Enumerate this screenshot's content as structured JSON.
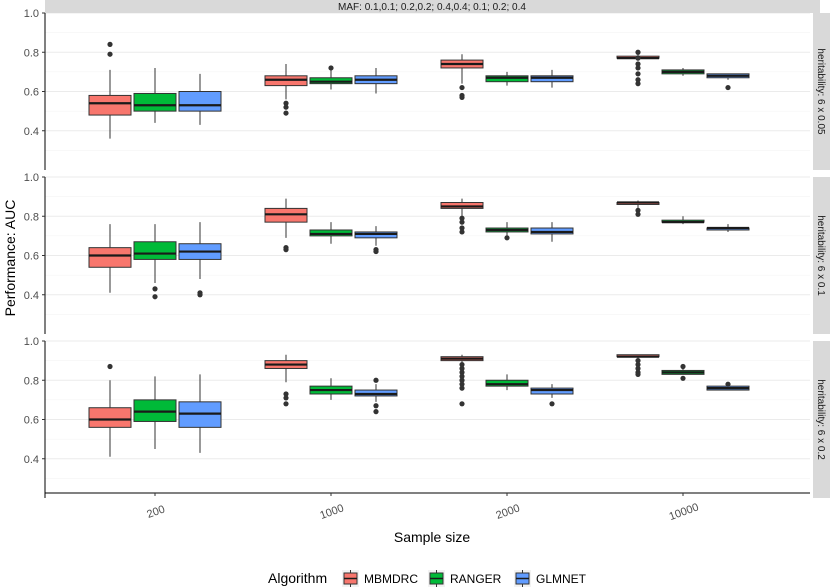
{
  "chart_data": {
    "type": "box",
    "facet_title_top": "MAF: 0.1,0.1; 0.2,0.2; 0.4,0.4; 0.1; 0.2; 0.4",
    "ylabel": "Performance: AUC",
    "xlabel": "Sample size",
    "categories": [
      "200",
      "1000",
      "2000",
      "10000"
    ],
    "yticks": [
      "0.4",
      "0.6",
      "0.8",
      "1.0"
    ],
    "ylim": [
      0.2,
      1.0
    ],
    "legend": {
      "title": "Algorithm",
      "position": "bottom",
      "entries": [
        {
          "name": "MBMDRC",
          "color": "#F8766D"
        },
        {
          "name": "RANGER",
          "color": "#00BA38"
        },
        {
          "name": "GLMNET",
          "color": "#619CFF"
        }
      ]
    },
    "panels": [
      {
        "strip": "heritability: 6 x 0.05",
        "groups": [
          {
            "category": "200",
            "boxes": [
              {
                "algo": "MBMDRC",
                "min": 0.36,
                "q1": 0.48,
                "median": 0.54,
                "q3": 0.58,
                "max": 0.71,
                "outliers": [
                  0.79,
                  0.84
                ]
              },
              {
                "algo": "RANGER",
                "min": 0.44,
                "q1": 0.5,
                "median": 0.53,
                "q3": 0.59,
                "max": 0.72,
                "outliers": []
              },
              {
                "algo": "GLMNET",
                "min": 0.43,
                "q1": 0.5,
                "median": 0.53,
                "q3": 0.6,
                "max": 0.69,
                "outliers": []
              }
            ]
          },
          {
            "category": "1000",
            "boxes": [
              {
                "algo": "MBMDRC",
                "min": 0.56,
                "q1": 0.63,
                "median": 0.66,
                "q3": 0.68,
                "max": 0.74,
                "outliers": [
                  0.54,
                  0.52,
                  0.49
                ]
              },
              {
                "algo": "RANGER",
                "min": 0.61,
                "q1": 0.64,
                "median": 0.65,
                "q3": 0.67,
                "max": 0.71,
                "outliers": [
                  0.72
                ]
              },
              {
                "algo": "GLMNET",
                "min": 0.59,
                "q1": 0.64,
                "median": 0.66,
                "q3": 0.68,
                "max": 0.72,
                "outliers": []
              }
            ]
          },
          {
            "category": "2000",
            "boxes": [
              {
                "algo": "MBMDRC",
                "min": 0.64,
                "q1": 0.72,
                "median": 0.74,
                "q3": 0.76,
                "max": 0.79,
                "outliers": [
                  0.62,
                  0.58,
                  0.57
                ]
              },
              {
                "algo": "RANGER",
                "min": 0.63,
                "q1": 0.65,
                "median": 0.67,
                "q3": 0.68,
                "max": 0.7,
                "outliers": []
              },
              {
                "algo": "GLMNET",
                "min": 0.62,
                "q1": 0.65,
                "median": 0.67,
                "q3": 0.68,
                "max": 0.71,
                "outliers": []
              }
            ]
          },
          {
            "category": "10000",
            "boxes": [
              {
                "algo": "MBMDRC",
                "min": 0.76,
                "q1": 0.77,
                "median": 0.77,
                "q3": 0.78,
                "max": 0.79,
                "outliers": [
                  0.8,
                  0.77,
                  0.74,
                  0.72,
                  0.69,
                  0.66,
                  0.64
                ]
              },
              {
                "algo": "RANGER",
                "min": 0.68,
                "q1": 0.69,
                "median": 0.7,
                "q3": 0.71,
                "max": 0.72,
                "outliers": []
              },
              {
                "algo": "GLMNET",
                "min": 0.66,
                "q1": 0.67,
                "median": 0.68,
                "q3": 0.69,
                "max": 0.69,
                "outliers": [
                  0.62
                ]
              }
            ]
          }
        ]
      },
      {
        "strip": "heritability: 6 x 0.1",
        "groups": [
          {
            "category": "200",
            "boxes": [
              {
                "algo": "MBMDRC",
                "min": 0.41,
                "q1": 0.54,
                "median": 0.6,
                "q3": 0.64,
                "max": 0.76,
                "outliers": []
              },
              {
                "algo": "RANGER",
                "min": 0.46,
                "q1": 0.58,
                "median": 0.61,
                "q3": 0.67,
                "max": 0.76,
                "outliers": [
                  0.43,
                  0.39
                ]
              },
              {
                "algo": "GLMNET",
                "min": 0.48,
                "q1": 0.58,
                "median": 0.62,
                "q3": 0.66,
                "max": 0.77,
                "outliers": [
                  0.41,
                  0.4
                ]
              }
            ]
          },
          {
            "category": "1000",
            "boxes": [
              {
                "algo": "MBMDRC",
                "min": 0.69,
                "q1": 0.77,
                "median": 0.81,
                "q3": 0.84,
                "max": 0.89,
                "outliers": [
                  0.64,
                  0.63
                ]
              },
              {
                "algo": "RANGER",
                "min": 0.66,
                "q1": 0.7,
                "median": 0.71,
                "q3": 0.73,
                "max": 0.77,
                "outliers": []
              },
              {
                "algo": "GLMNET",
                "min": 0.65,
                "q1": 0.69,
                "median": 0.71,
                "q3": 0.72,
                "max": 0.75,
                "outliers": [
                  0.63,
                  0.62
                ]
              }
            ]
          },
          {
            "category": "2000",
            "boxes": [
              {
                "algo": "MBMDRC",
                "min": 0.8,
                "q1": 0.84,
                "median": 0.85,
                "q3": 0.87,
                "max": 0.89,
                "outliers": [
                  0.79,
                  0.77,
                  0.74,
                  0.72
                ]
              },
              {
                "algo": "RANGER",
                "min": 0.7,
                "q1": 0.72,
                "median": 0.73,
                "q3": 0.74,
                "max": 0.77,
                "outliers": [
                  0.69
                ]
              },
              {
                "algo": "GLMNET",
                "min": 0.67,
                "q1": 0.71,
                "median": 0.72,
                "q3": 0.74,
                "max": 0.77,
                "outliers": []
              }
            ]
          },
          {
            "category": "10000",
            "boxes": [
              {
                "algo": "MBMDRC",
                "min": 0.84,
                "q1": 0.86,
                "median": 0.87,
                "q3": 0.87,
                "max": 0.88,
                "outliers": [
                  0.83,
                  0.81
                ]
              },
              {
                "algo": "RANGER",
                "min": 0.76,
                "q1": 0.77,
                "median": 0.77,
                "q3": 0.78,
                "max": 0.8,
                "outliers": []
              },
              {
                "algo": "GLMNET",
                "min": 0.72,
                "q1": 0.73,
                "median": 0.74,
                "q3": 0.74,
                "max": 0.76,
                "outliers": []
              }
            ]
          }
        ]
      },
      {
        "strip": "heritability: 6 x 0.2",
        "groups": [
          {
            "category": "200",
            "boxes": [
              {
                "algo": "MBMDRC",
                "min": 0.41,
                "q1": 0.56,
                "median": 0.6,
                "q3": 0.66,
                "max": 0.8,
                "outliers": [
                  0.87
                ]
              },
              {
                "algo": "RANGER",
                "min": 0.45,
                "q1": 0.59,
                "median": 0.64,
                "q3": 0.7,
                "max": 0.82,
                "outliers": []
              },
              {
                "algo": "GLMNET",
                "min": 0.43,
                "q1": 0.56,
                "median": 0.63,
                "q3": 0.69,
                "max": 0.83,
                "outliers": []
              }
            ]
          },
          {
            "category": "1000",
            "boxes": [
              {
                "algo": "MBMDRC",
                "min": 0.79,
                "q1": 0.86,
                "median": 0.88,
                "q3": 0.9,
                "max": 0.93,
                "outliers": [
                  0.73,
                  0.71,
                  0.68
                ]
              },
              {
                "algo": "RANGER",
                "min": 0.7,
                "q1": 0.73,
                "median": 0.75,
                "q3": 0.77,
                "max": 0.81,
                "outliers": []
              },
              {
                "algo": "GLMNET",
                "min": 0.69,
                "q1": 0.72,
                "median": 0.73,
                "q3": 0.75,
                "max": 0.78,
                "outliers": [
                  0.8,
                  0.67,
                  0.64
                ]
              }
            ]
          },
          {
            "category": "2000",
            "boxes": [
              {
                "algo": "MBMDRC",
                "min": 0.89,
                "q1": 0.9,
                "median": 0.91,
                "q3": 0.92,
                "max": 0.93,
                "outliers": [
                  0.88,
                  0.86,
                  0.84,
                  0.82,
                  0.8,
                  0.78,
                  0.76,
                  0.68
                ]
              },
              {
                "algo": "RANGER",
                "min": 0.75,
                "q1": 0.77,
                "median": 0.78,
                "q3": 0.8,
                "max": 0.83,
                "outliers": []
              },
              {
                "algo": "GLMNET",
                "min": 0.71,
                "q1": 0.73,
                "median": 0.75,
                "q3": 0.76,
                "max": 0.78,
                "outliers": [
                  0.68
                ]
              }
            ]
          },
          {
            "category": "10000",
            "boxes": [
              {
                "algo": "MBMDRC",
                "min": 0.91,
                "q1": 0.92,
                "median": 0.92,
                "q3": 0.93,
                "max": 0.93,
                "outliers": [
                  0.9,
                  0.88,
                  0.86,
                  0.84,
                  0.83
                ]
              },
              {
                "algo": "RANGER",
                "min": 0.83,
                "q1": 0.83,
                "median": 0.84,
                "q3": 0.85,
                "max": 0.86,
                "outliers": [
                  0.87,
                  0.81
                ]
              },
              {
                "algo": "GLMNET",
                "min": 0.75,
                "q1": 0.75,
                "median": 0.76,
                "q3": 0.77,
                "max": 0.77,
                "outliers": [
                  0.78
                ]
              }
            ]
          }
        ]
      }
    ]
  }
}
